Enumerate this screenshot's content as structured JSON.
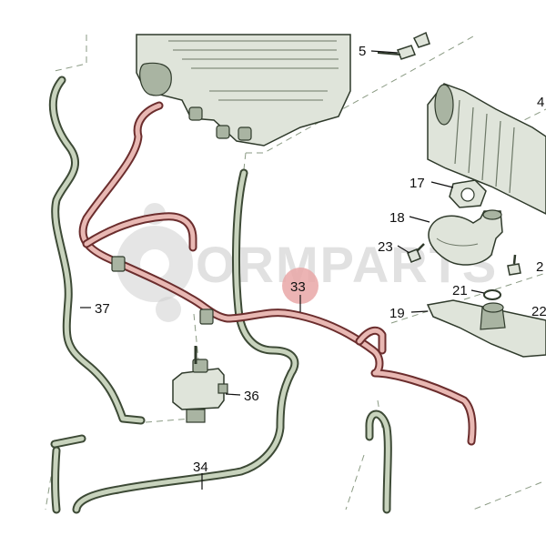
{
  "watermark": "ORMPARTS",
  "callouts": [
    {
      "id": "5",
      "text": "5"
    },
    {
      "id": "4",
      "text": "4"
    },
    {
      "id": "17",
      "text": "17"
    },
    {
      "id": "18",
      "text": "18"
    },
    {
      "id": "23",
      "text": "23"
    },
    {
      "id": "2",
      "text": "2"
    },
    {
      "id": "21",
      "text": "21"
    },
    {
      "id": "22",
      "text": "22"
    },
    {
      "id": "19",
      "text": "19"
    },
    {
      "id": "33",
      "text": "33"
    },
    {
      "id": "37",
      "text": "37"
    },
    {
      "id": "36",
      "text": "36"
    },
    {
      "id": "34",
      "text": "34"
    }
  ],
  "colors": {
    "highlight": "#e9a7a7",
    "hose_green": "#3d4a36",
    "hose_pink": "#6b2d2d",
    "part_fill": "#dfe4da"
  }
}
